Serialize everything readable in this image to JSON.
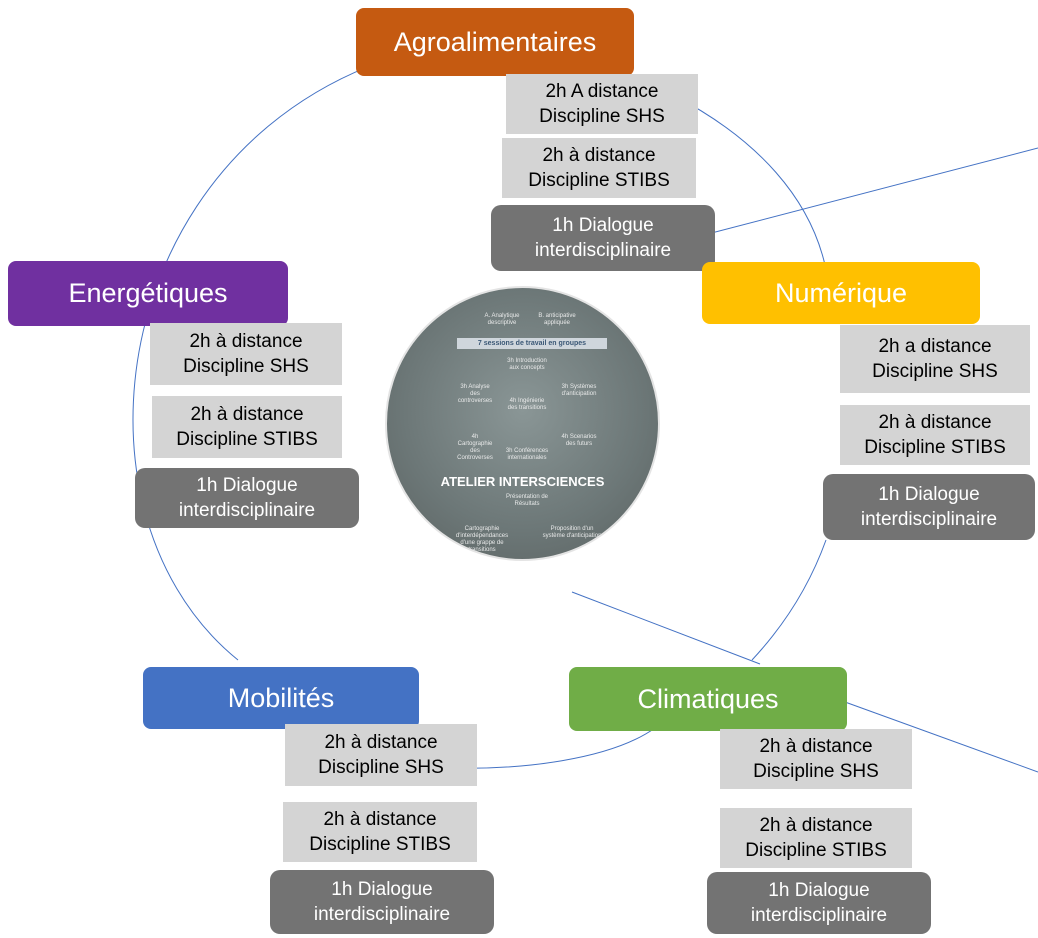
{
  "colors": {
    "agro": "#c55a11",
    "energie": "#7030a0",
    "numerique": "#ffc000",
    "mobilite": "#4472c4",
    "climat": "#70ad47",
    "session_box": "#d4d4d4",
    "dialogue_box": "#737373",
    "lines": "#4472c4"
  },
  "center": {
    "title": "ATELIER INTERSCIENCES",
    "banner": "7 sessions de travail en groupes",
    "items": [
      "A. Analytique descriptive",
      "B. anticipative appliquée",
      "3h Introduction aux concepts",
      "3h Analyse des controverses",
      "3h Systèmes d'anticipation",
      "4h Ingénierie des transitions",
      "4h Cartographie des Controverses",
      "4h Scenarios des futurs",
      "3h Conférences internationales",
      "Présentation de Résultats",
      "Cartographie d'interdépendances d'une grappe de transitions",
      "Proposition d'un système d'anticipation"
    ]
  },
  "clusters": {
    "agro": {
      "title": "Agroalimentaires",
      "s1": "2h A distance\nDiscipline SHS",
      "s2": "2h à distance\nDiscipline STIBS",
      "s3": "1h Dialogue\ninterdisciplinaire"
    },
    "energie": {
      "title": "Energétiques",
      "s1": "2h à distance\nDiscipline SHS",
      "s2": "2h à distance\nDiscipline STIBS",
      "s3": "1h Dialogue\ninterdisciplinaire"
    },
    "numerique": {
      "title": "Numérique",
      "s1": "2h a distance\nDiscipline SHS",
      "s2": "2h à distance\nDiscipline STIBS",
      "s3": "1h Dialogue\ninterdisciplinaire"
    },
    "mobilite": {
      "title": "Mobilités",
      "s1": "2h à distance\nDiscipline SHS",
      "s2": "2h à distance\nDiscipline STIBS",
      "s3": "1h Dialogue\ninterdisciplinaire"
    },
    "climat": {
      "title": "Climatiques",
      "s1": "2h à distance\nDiscipline SHS",
      "s2": "2h à distance\nDiscipline STIBS",
      "s3": "1h Dialogue\ninterdisciplinaire"
    }
  }
}
